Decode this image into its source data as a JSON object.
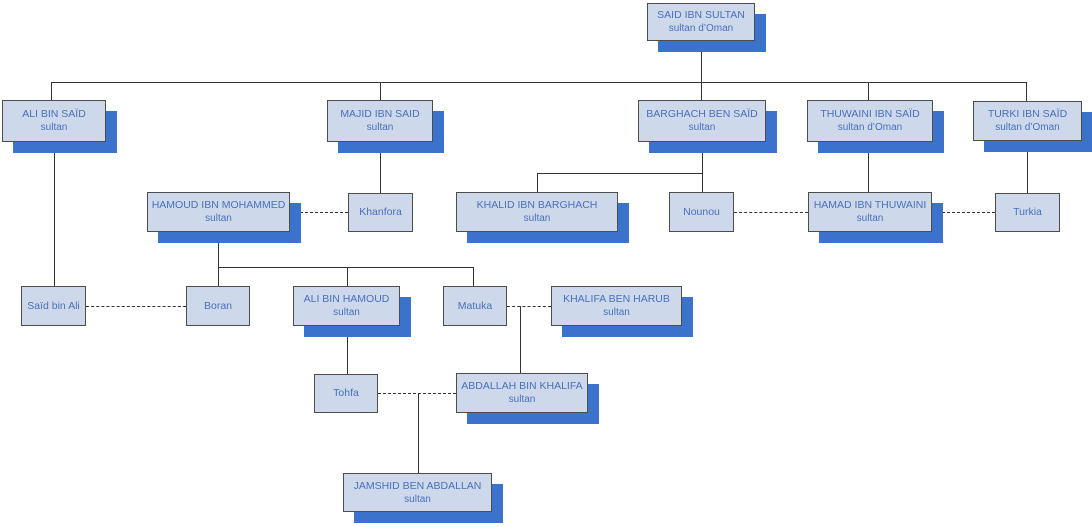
{
  "diagram": {
    "type": "family-tree"
  },
  "nodes": {
    "said_ibn_sultan": {
      "name": "SAID IBN SULTAN",
      "subtitle": "sultan d’Oman"
    },
    "ali_bin_said": {
      "name": "ALI BIN SAÏD",
      "subtitle": "sultan"
    },
    "majid_ibn_said": {
      "name": "MAJID IBN SAID",
      "subtitle": "sultan"
    },
    "barghach_ben_said": {
      "name": "BARGHACH BEN SAÏD",
      "subtitle": "sultan"
    },
    "thuwaini_ibn_said": {
      "name": "THUWAINI IBN SAÏD",
      "subtitle": "sultan d’Oman"
    },
    "turki_ibn_said": {
      "name": "TURKI IBN SAÏD",
      "subtitle": "sultan d’Oman"
    },
    "hamoud_ibn_mohammed": {
      "name": "HAMOUD IBN MOHAMMED",
      "subtitle": "sultan"
    },
    "khanfora": {
      "name": "Khanfora"
    },
    "khalid_ibn_barghach": {
      "name": "KHALID IBN BARGHACH",
      "subtitle": "sultan"
    },
    "nounou": {
      "name": "Nounou"
    },
    "hamad_ibn_thuwaini": {
      "name": "HAMAD IBN THUWAINI",
      "subtitle": "sultan"
    },
    "turkia": {
      "name": "Turkia"
    },
    "said_bin_ali": {
      "name": "Saïd bin Ali"
    },
    "boran": {
      "name": "Boran"
    },
    "ali_bin_hamoud": {
      "name": "ALI BIN HAMOUD",
      "subtitle": "sultan"
    },
    "matuka": {
      "name": "Matuka"
    },
    "khalifa_ben_harub": {
      "name": "KHALIFA BEN HARUB",
      "subtitle": "sultan"
    },
    "tohfa": {
      "name": "Tohfa"
    },
    "abdallah_bin_khalifa": {
      "name": "ABDALLAH BIN KHALIFA",
      "subtitle": "sultan"
    },
    "jamshid_ben_abdallan": {
      "name": "JAMSHID BEN ABDALLAN",
      "subtitle": "sultan"
    }
  },
  "colors": {
    "box_fill": "#cdd9ea",
    "box_border": "#4d4d4d",
    "shadow": "#3b72cc",
    "text": "#4a6fbe",
    "line": "#333333"
  }
}
